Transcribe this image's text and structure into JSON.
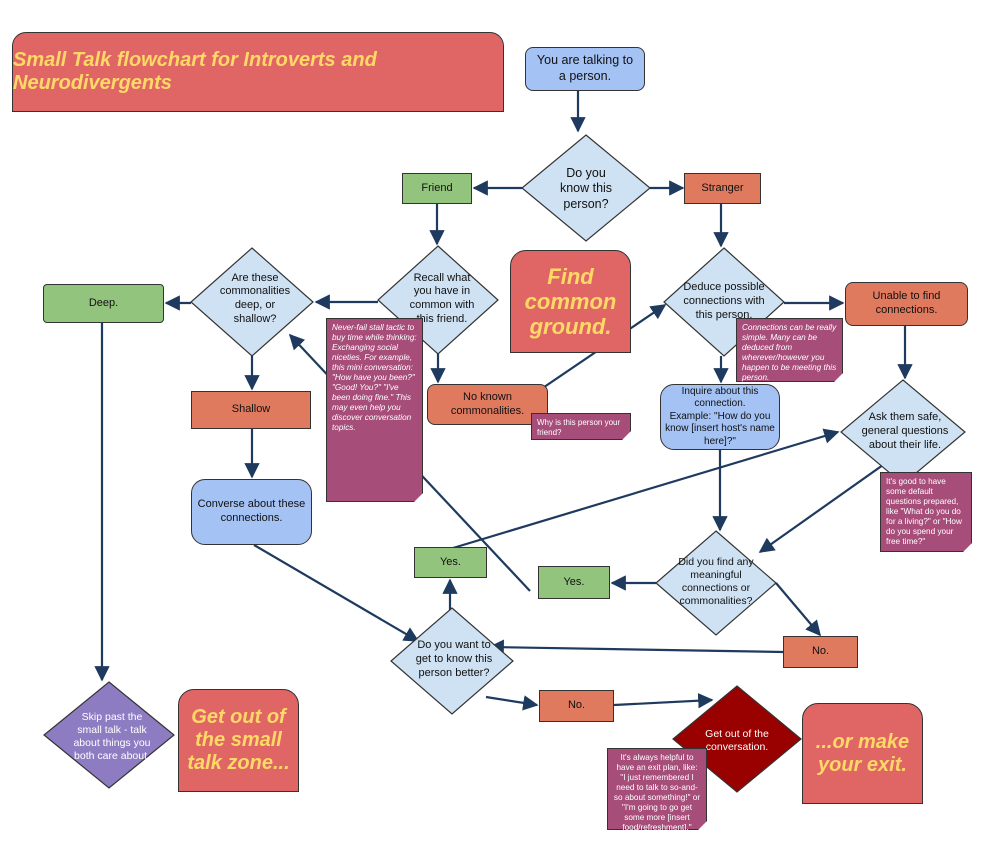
{
  "title": "Small Talk flowchart for Introverts and Neurodivergents",
  "nodes": {
    "start": "You are talking to\na person.",
    "know": "Do you\nknow this\nperson?",
    "friend": "Friend",
    "stranger": "Stranger",
    "recall": "Recall what\nyou have in\ncommon with\nthis friend.",
    "commonalities": "Are these\ncommonalities\ndeep, or\nshallow?",
    "deep": "Deep.",
    "shallow": "Shallow",
    "converse": "Converse about these\nconnections.",
    "no_known": "No known\ncommonalities.",
    "deduce": "Deduce possible\nconnections with\nthis person.",
    "unable": "Unable to find\nconnections.",
    "inquire": "Inquire about this\nconnection.\nExample: \"How do you\nknow [insert host's name\nhere]?\"",
    "ask_safe": "Ask them safe,\ngeneral questions\nabout their life.",
    "did_find": "Did you find any\nmeaningful\nconnections or\ncommonalities?",
    "yes_right": "Yes.",
    "yes_left": "Yes.",
    "no_right": "No.",
    "want_know": "Do you want to\nget to know this\nperson better?",
    "no_bottom": "No.",
    "skip_past": "Skip past the\nsmall talk - talk\nabout things you\nboth care about.",
    "get_out": "Get out of the\nconversation."
  },
  "notes": {
    "stall": "Never-fail stall tactic to buy time while thinking: Exchanging social niceties. For example, this mini conversation: \"How have you been?\" \"Good! You?\" \"I've been doing fine.\" This may even help you discover conversation topics.",
    "why_friend": "Why is this person your friend?",
    "simple": "Connections can be really simple. Many can be deduced from wherever/however you happen to be meeting this person.",
    "default_q": "It's good to have some default questions prepared, like \"What do you do for a living?\" or \"How do you spend your free time?\"",
    "exit_plan": "It's always helpful to have an exit plan, like: \"I just remembered I need to talk to so-and-so about something!\" or \"I'm going to go get some more [insert food/refreshment].\""
  },
  "callouts": {
    "find_common": "Find\ncommon\nground.",
    "get_out_zone": "Get out of\nthe small\ntalk zone...",
    "make_exit": "...or make\nyour exit."
  },
  "colors": {
    "green": "#93c47d",
    "salmon": "#e07a5f",
    "blue": "#a4c2f4",
    "diamond": "#cfe2f3",
    "note": "#a64d79",
    "callout": "#e06666",
    "callout_text": "#ffd966",
    "purple": "#8e7cc3",
    "exit": "#990000",
    "arrow": "#1f3a5f"
  }
}
